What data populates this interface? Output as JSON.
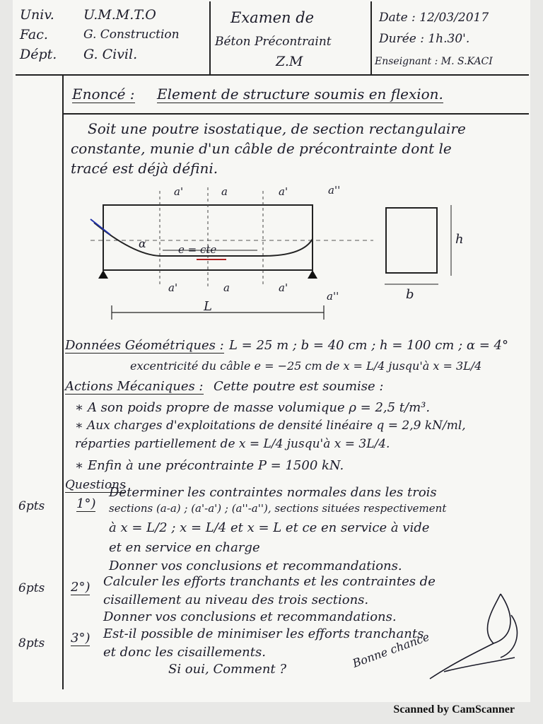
{
  "header": {
    "univ_label": "Univ.",
    "univ_value": "U.M.M.T.O",
    "fac_label": "Fac.",
    "fac_value": "G. Construction",
    "dept_label": "Dépt.",
    "dept_value": "G. Civil.",
    "exam_line1": "Examen de",
    "exam_line2": "Béton Précontraint",
    "exam_line3": "Z.M",
    "date": "Date : 12/03/2017",
    "duree": "Durée : 1h.30'.",
    "enseignant": "Enseignant : M. S.KACI"
  },
  "enonce": {
    "label": "Enoncé :",
    "title": "Element de structure soumis en flexion."
  },
  "intro": [
    "Soit une poutre isostatique, de section rectangulaire",
    "constante, munie d'un câble de précontrainte dont le",
    "tracé est déjà défini."
  ],
  "figure": {
    "labels": {
      "a_prime": "a'",
      "a": "a",
      "a_double": "a''",
      "e": "e = cte",
      "alpha": "α",
      "L": "L",
      "h": "h",
      "b": "b"
    }
  },
  "donnees": {
    "label": "Données Géométriques :",
    "line1": "L = 25 m ; b = 40 cm ; h = 100 cm ; α = 4°",
    "line2": "excentricité du câble   e = −25 cm  de  x = L/4  jusqu'à  x = 3L/4"
  },
  "actions": {
    "label": "Actions Mécaniques :",
    "intro": "Cette poutre est soumise :",
    "items": [
      "∗ A son poids propre de masse volumique  ρ = 2,5 t/m³.",
      "∗ Aux charges d'exploitations de densité linéaire  q = 2,9 kN/ml,",
      "   réparties partiellement de  x = L/4  jusqu'à  x = 3L/4.",
      "∗ Enfin à une précontrainte  P = 1500 kN."
    ]
  },
  "questions": {
    "label": "Questions",
    "q1": {
      "points": "6pts",
      "num": "1°)",
      "lines": [
        "Déterminer les contraintes normales dans les trois",
        "sections (a-a) ; (a'-a') ; (a''-a''), sections situées respectivement",
        "à x = L/2 ; x = L/4 et x = L  et ce en service à vide",
        "et en service en charge",
        "Donner vos conclusions et recommandations."
      ]
    },
    "q2": {
      "points": "6pts",
      "num": "2°)",
      "lines": [
        "Calculer les efforts tranchants et les contraintes de",
        "cisaillement au niveau des trois sections.",
        "Donner vos conclusions et recommandations."
      ]
    },
    "q3": {
      "points": "8pts",
      "num": "3°)",
      "lines": [
        "Est-il possible de minimiser les efforts tranchants",
        "et donc les cisaillements.",
        "Si oui,   Comment ?"
      ]
    },
    "bonne_chance": "Bonne chance"
  },
  "footer": {
    "scanner": "Scanned by CamScanner"
  }
}
